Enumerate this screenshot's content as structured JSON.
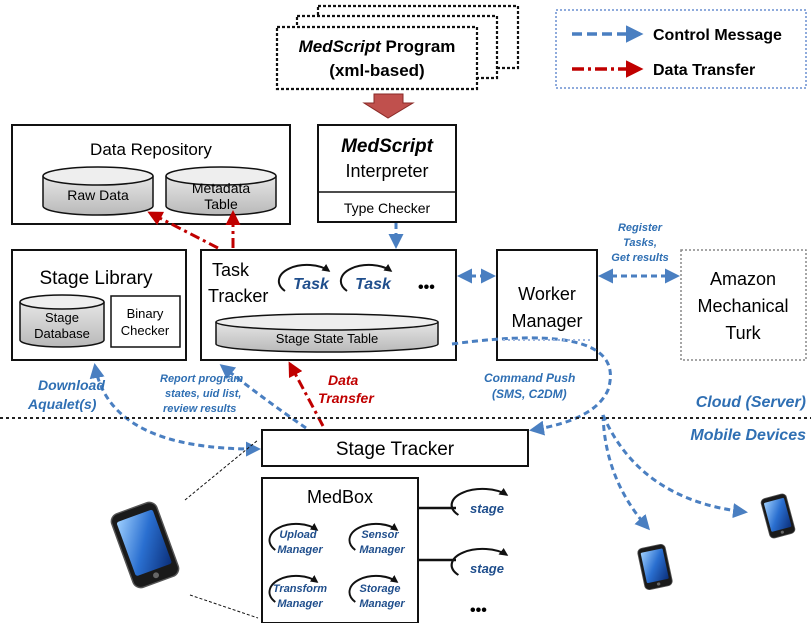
{
  "program": {
    "name": "MedScript",
    "suffix": " Program",
    "format": "(xml-based)"
  },
  "legend": {
    "control": "Control Message",
    "data": "Data Transfer"
  },
  "data_repository": {
    "title": "Data Repository",
    "raw": "Raw Data",
    "metadata_1": "Metadata",
    "metadata_2": "Table"
  },
  "interpreter": {
    "name": "MedScript",
    "title": "Interpreter",
    "checker": "Type Checker"
  },
  "stage_library": {
    "title": "Stage Library",
    "db_1": "Stage",
    "db_2": "Database",
    "checker_1": "Binary",
    "checker_2": "Checker"
  },
  "task_tracker": {
    "title_1": "Task",
    "title_2": "Tracker",
    "task": "Task",
    "ellipsis": "•••",
    "table": "Stage State Table"
  },
  "worker_manager": {
    "line_1": "Worker",
    "line_2": "Manager"
  },
  "amt": {
    "line_1": "Amazon",
    "line_2": "Mechanical",
    "line_3": "Turk"
  },
  "register": {
    "line_1": "Register",
    "line_2": "Tasks,",
    "line_3": "Get results"
  },
  "labels": {
    "download_1": "Download",
    "download_2": "Aqualet(s)",
    "report_1": "Report program",
    "report_2": "states, uid list,",
    "report_3": "review results",
    "transfer_1": "Data",
    "transfer_2": "Transfer",
    "push_1": "Command Push",
    "push_2": "(SMS, C2DM)",
    "cloud": "Cloud (Server)",
    "mobile": "Mobile Devices"
  },
  "stage_tracker": {
    "title": "Stage Tracker"
  },
  "medbox": {
    "title": "MedBox",
    "upload_1": "Upload",
    "upload_2": "Manager",
    "sensor_1": "Sensor",
    "sensor_2": "Manager",
    "transform_1": "Transform",
    "transform_2": "Manager",
    "storage_1": "Storage",
    "storage_2": "Manager"
  },
  "stages": {
    "label": "stage",
    "ellipsis": "•••"
  }
}
